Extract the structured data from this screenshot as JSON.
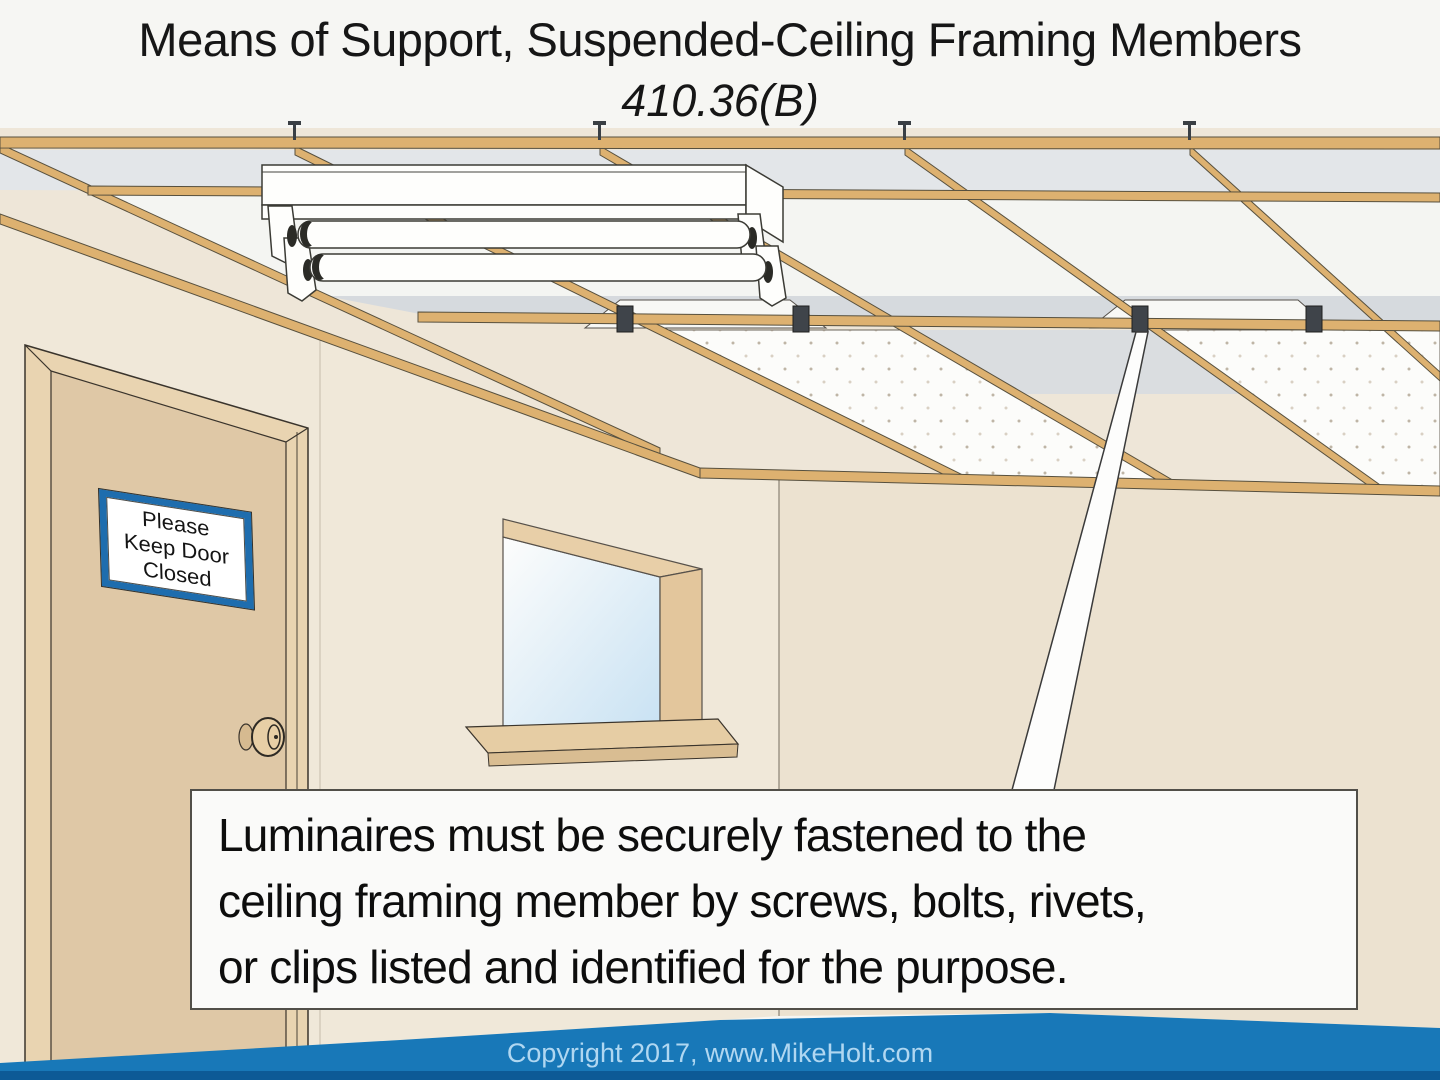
{
  "title": {
    "line1": "Means of Support, Suspended-Ceiling Framing Members",
    "line2": "410.36(B)"
  },
  "door_sign": {
    "lines": [
      "Please",
      "Keep Door",
      "Closed"
    ]
  },
  "callout": {
    "lines": [
      "Luminaires must be securely fastened to the",
      "ceiling framing member by screws, bolts, rivets,",
      "or clips listed and identified for the purpose."
    ]
  },
  "footer": {
    "copyright": "Copyright 2017, www.MikeHolt.com"
  },
  "colors": {
    "sign_blue": "#1e6dae",
    "floor_blue": "#1878b8",
    "floor_edge_blue": "#0d5a96",
    "runner_tan": "#ddb170",
    "wall_cream": "#f0e8d9",
    "wall_right_cream": "#ece2d0",
    "door_tan": "#dfc8a6",
    "door_frame_tan": "#e9d4b1",
    "ceiling_gray": "#e3e6e9",
    "ceiling_white": "#f4f5f2",
    "callout_bg": "#fafaf9",
    "copyright_text": "#b0d7f1"
  }
}
